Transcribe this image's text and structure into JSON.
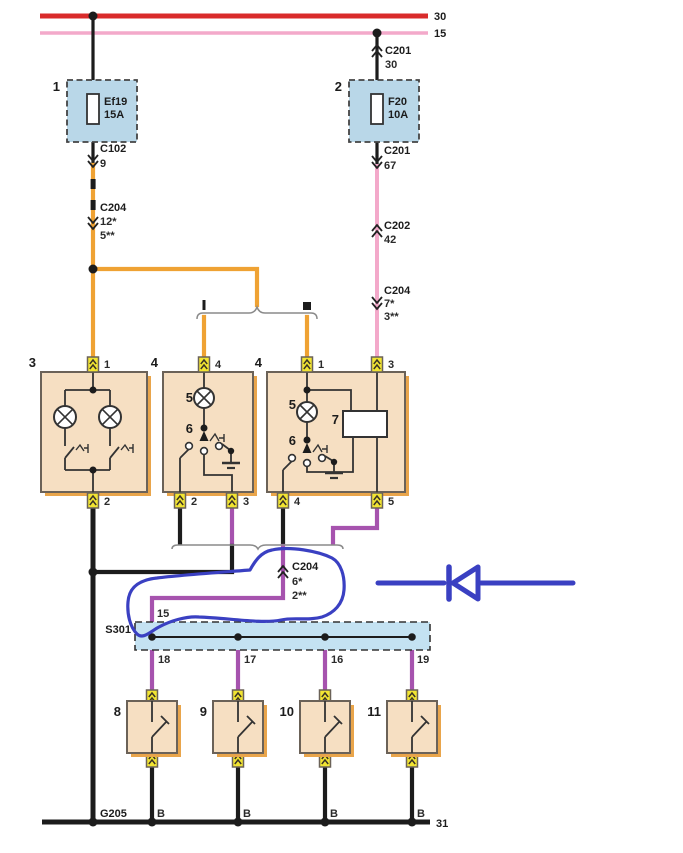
{
  "title": "wiring-diagram",
  "colors": {
    "bus_red": "#d92b2b",
    "bus_pink": "#f3a9ca",
    "wire_orange": "#efa233",
    "wire_pink": "#f3a9ca",
    "wire_purple": "#a653ae",
    "wire_black": "#1c1c1c",
    "fuse_box_fill": "#b9d7e8",
    "component_fill": "#f6dfc2",
    "component_shadow": "#e9a54b",
    "splice_fill": "#c4e2f2",
    "terminal_yellow": "#f2e532",
    "annotation_blue": "#3a40c2"
  },
  "labels": {
    "bus_top": "30",
    "bus_ign": "15",
    "bus_ground": "31",
    "fuse1": {
      "num": "1",
      "name": "Ef19",
      "amp": "15A"
    },
    "fuse2": {
      "num": "2",
      "name": "F20",
      "amp": "10A"
    },
    "c201_top": {
      "name": "C201",
      "pin": "30"
    },
    "c201_bot": {
      "name": "C201",
      "pin": "67"
    },
    "c102": {
      "name": "C102",
      "pin": "9"
    },
    "c204_left": {
      "name": "C204",
      "pin_a": "12*",
      "pin_b": "5**"
    },
    "c202": {
      "name": "C202",
      "pin": "42"
    },
    "c204_right": {
      "name": "C204",
      "pin_a": "7*",
      "pin_b": "3**"
    },
    "c204_mid": {
      "name": "C204",
      "pin_a": "6*",
      "pin_b": "2**"
    },
    "box3": {
      "num": "3",
      "pin_top": "1",
      "pin_bot": "2"
    },
    "box4a": {
      "num": "4",
      "pin_top": "4",
      "lamp": "5",
      "switch": "6",
      "pin_bl": "2",
      "pin_br": "3"
    },
    "box4b": {
      "num": "4",
      "pin_tl": "1",
      "pin_tr": "3",
      "lamp": "5",
      "switch": "6",
      "relay": "7",
      "pin_bl": "4",
      "pin_br": "5"
    },
    "s301": {
      "name": "S301",
      "pin_in": "15",
      "pin_out": [
        "18",
        "17",
        "16",
        "19"
      ]
    },
    "switches": [
      "8",
      "9",
      "10",
      "11"
    ],
    "ground": {
      "name": "G205",
      "b": [
        "B",
        "B",
        "B",
        "B"
      ]
    }
  }
}
